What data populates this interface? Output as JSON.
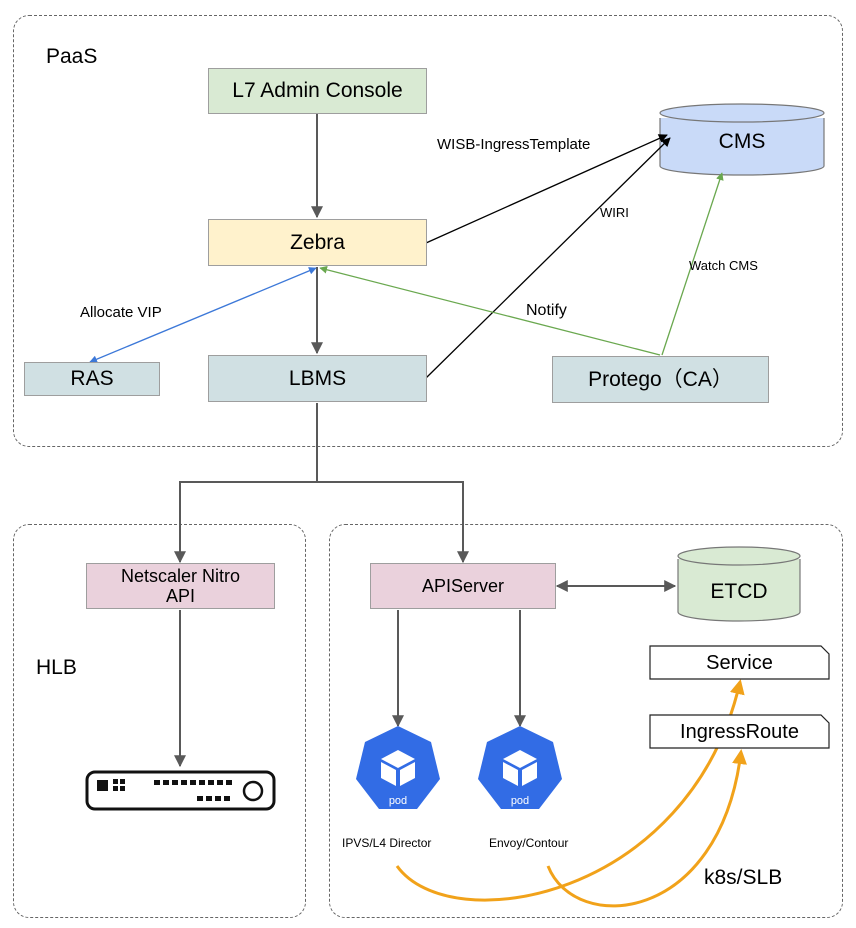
{
  "groups": {
    "paas": "PaaS",
    "hlb": "HLB",
    "k8s": "k8s/SLB"
  },
  "nodes": {
    "l7_admin_console": "L7 Admin Console",
    "zebra": "Zebra",
    "ras": "RAS",
    "lbms": "LBMS",
    "protego": "Protego（CA）",
    "cms": "CMS",
    "netscaler": "Netscaler Nitro\nAPI",
    "apiserver": "APIServer",
    "etcd": "ETCD",
    "service": "Service",
    "ingressroute": "IngressRoute"
  },
  "edge_labels": {
    "wisb": "WISB-IngressTemplate",
    "wiri": "WIRI",
    "allocate_vip": "Allocate VIP",
    "notify": "Notify",
    "watch_cms": "Watch CMS"
  },
  "pods": [
    {
      "icon_text": "pod",
      "caption": "IPVS/L4 Director"
    },
    {
      "icon_text": "pod",
      "caption": "Envoy/Contour"
    }
  ],
  "icons": {
    "pod": "kubernetes-pod-icon",
    "hardware": "load-balancer-appliance-icon"
  },
  "colors": {
    "green_box": "#d9ead3",
    "yellow_box": "#fff2cc",
    "blue_gray_box": "#d0e0e3",
    "cms_blue": "#c9daf8",
    "pink_box": "#ead1dc",
    "etcd_green": "#d9ead3",
    "pod_blue": "#326ce5",
    "arrow_gray": "#595959",
    "arrow_blue": "#3c78d8",
    "arrow_green": "#6aa84f",
    "arrow_orange": "#f1a21a"
  }
}
